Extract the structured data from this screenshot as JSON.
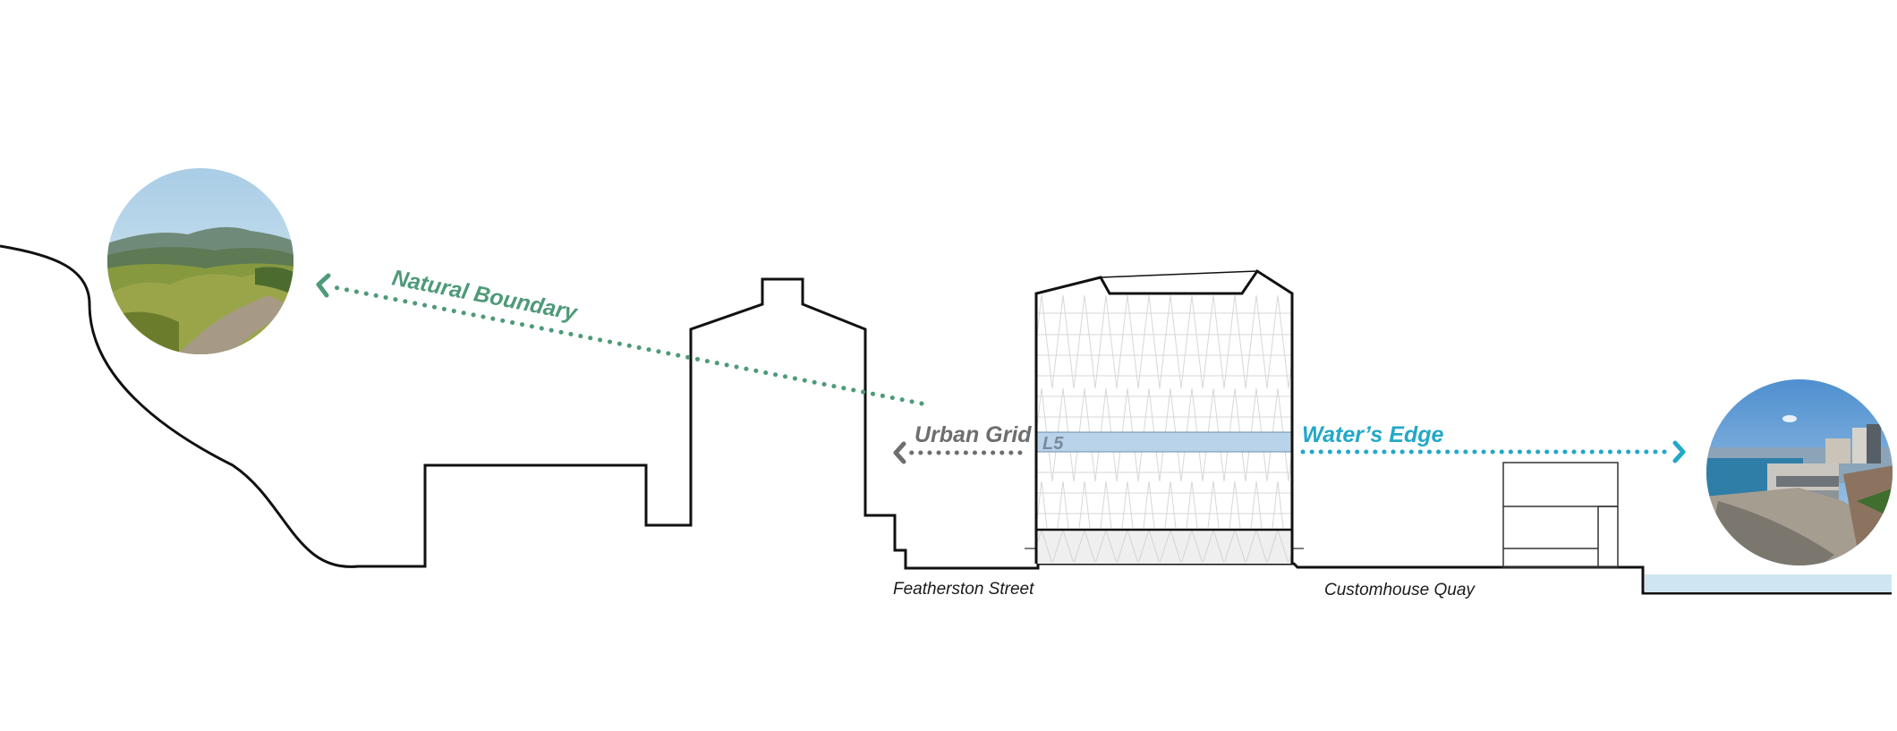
{
  "labels": {
    "natural": "Natural Boundary",
    "urban": "Urban Grid",
    "water": "Water’s Edge",
    "level": "L5"
  },
  "streets": {
    "left": "Featherston Street",
    "right": "Customhouse Quay"
  },
  "colors": {
    "natural": "#4e9a78",
    "urban": "#6e6e6e",
    "water": "#22a8c8",
    "outline": "#111111",
    "level_band": "#b9d3ea",
    "water_body": "#cfe6f2",
    "facade_grid": "#cfcfcf"
  },
  "images": {
    "hill_photo": "hillside-track-photo",
    "harbour_photo": "waterfront-photo"
  }
}
